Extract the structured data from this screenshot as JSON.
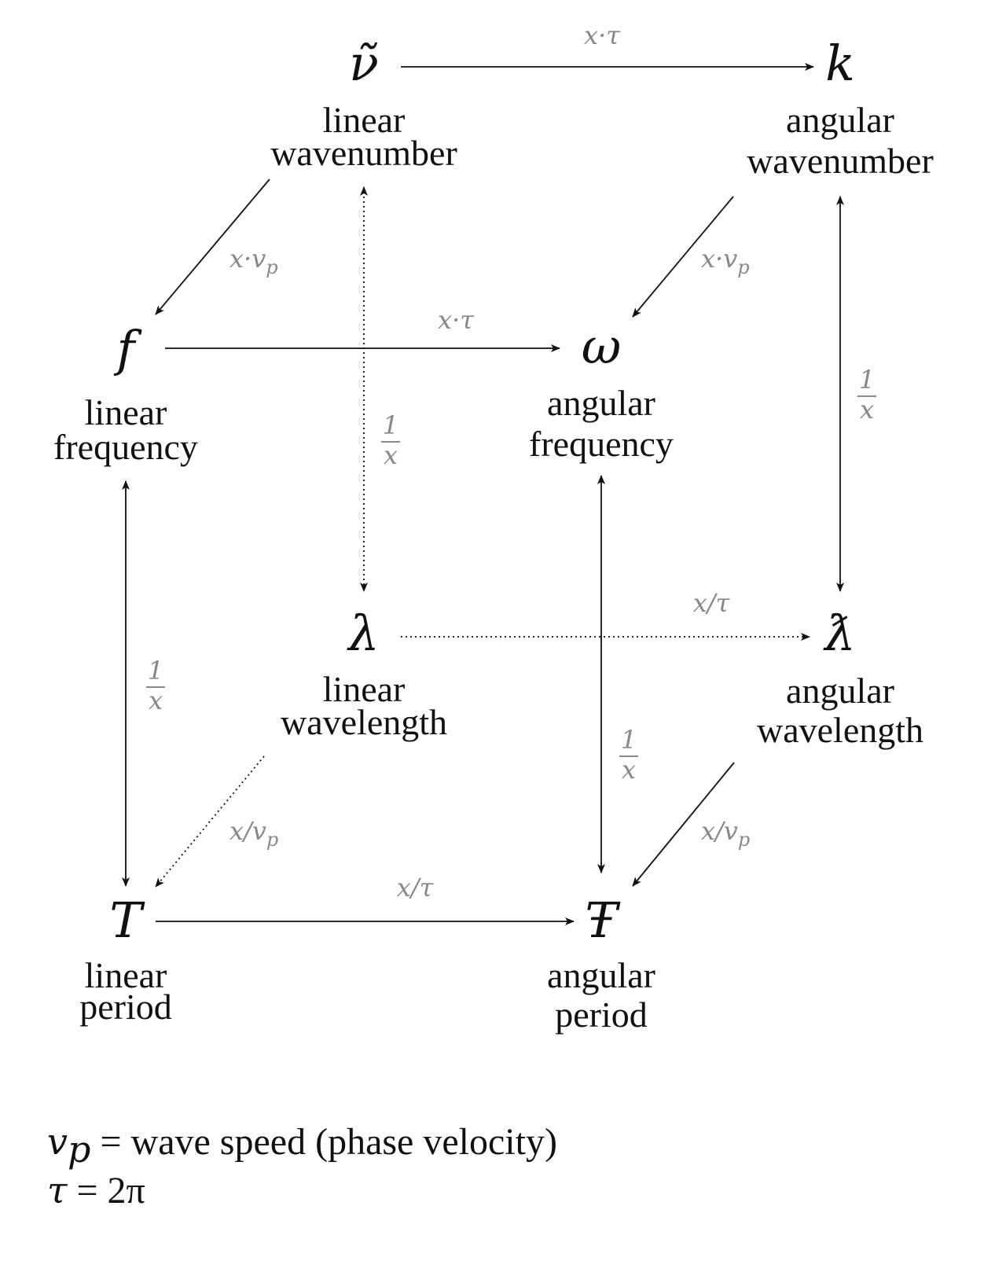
{
  "nodes": [
    {
      "id": "linear-wavenumber",
      "symbol": "ν̃",
      "label": [
        "linear",
        "wavenumber"
      ]
    },
    {
      "id": "angular-wavenumber",
      "symbol": "k",
      "label": [
        "angular",
        "wavenumber"
      ]
    },
    {
      "id": "linear-frequency",
      "symbol": "f",
      "label": [
        "linear",
        "frequency"
      ]
    },
    {
      "id": "angular-frequency",
      "symbol": "ω",
      "label": [
        "angular",
        "frequency"
      ]
    },
    {
      "id": "linear-wavelength",
      "symbol": "λ",
      "label": [
        "linear",
        "wavelength"
      ]
    },
    {
      "id": "angular-wavelength",
      "symbol": "ƛ",
      "label": [
        "angular",
        "wavelength"
      ]
    },
    {
      "id": "linear-period",
      "symbol": "T",
      "label": [
        "linear",
        "period"
      ]
    },
    {
      "id": "angular-period",
      "symbol": "Ŧ",
      "label": [
        "angular",
        "period"
      ]
    }
  ],
  "edges": [
    {
      "from": "linear-wavenumber",
      "to": "angular-wavenumber",
      "label": "x·τ",
      "style": "solid"
    },
    {
      "from": "linear-frequency",
      "to": "angular-frequency",
      "label": "x·τ",
      "style": "solid"
    },
    {
      "from": "linear-wavelength",
      "to": "angular-wavelength",
      "label": "x/τ",
      "style": "dotted"
    },
    {
      "from": "linear-period",
      "to": "angular-period",
      "label": "x/τ",
      "style": "solid"
    },
    {
      "from": "linear-wavenumber",
      "to": "linear-frequency",
      "label": "x·vp",
      "style": "solid"
    },
    {
      "from": "angular-wavenumber",
      "to": "angular-frequency",
      "label": "x·vp",
      "style": "solid"
    },
    {
      "from": "linear-wavelength",
      "to": "linear-period",
      "label": "x/vp",
      "style": "dotted"
    },
    {
      "from": "angular-wavelength",
      "to": "angular-period",
      "label": "x/vp",
      "style": "solid"
    },
    {
      "from": "linear-wavenumber",
      "to": "linear-wavelength",
      "label": "1/x",
      "style": "dotted"
    },
    {
      "from": "angular-wavenumber",
      "to": "angular-wavelength",
      "label": "1/x",
      "style": "solid"
    },
    {
      "from": "linear-frequency",
      "to": "linear-period",
      "label": "1/x",
      "style": "solid"
    },
    {
      "from": "angular-frequency",
      "to": "angular-period",
      "label": "1/x",
      "style": "solid"
    }
  ],
  "edge_labels": {
    "x_tau": {
      "main": "x·τ"
    },
    "x_over_tau": {
      "main": "x/τ"
    },
    "x_vp": {
      "main": "x·v",
      "sub": "p"
    },
    "x_over_vp": {
      "main": "x/v",
      "sub": "p"
    },
    "reciprocal": {
      "numerator": "1",
      "denominator": "x"
    }
  },
  "footnotes": [
    {
      "symbol": "v",
      "subscript": "p",
      "text": " = wave speed (phase velocity)"
    },
    {
      "symbol": "τ",
      "text": " = 2π"
    }
  ]
}
